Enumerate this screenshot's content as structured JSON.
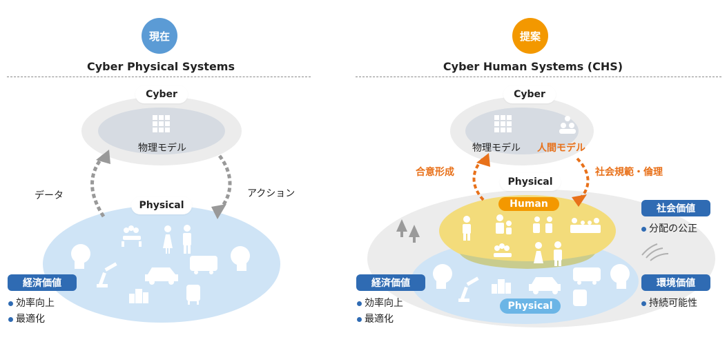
{
  "colors": {
    "blue_badge": "#5b9bd5",
    "orange_badge": "#f39800",
    "tag_blue": "#2f6bb3",
    "human_tag": "#f39800",
    "physical_tag": "#6bb5e6",
    "cyber_outer": "#ececec",
    "cyber_inner": "#d6dbe2",
    "physical_ellipse": "#cfe4f6",
    "human_ellipse": "#f3dc7b",
    "overlap": "#c9cc8e",
    "orange_text": "#e8711a",
    "icon_white": "#ffffff",
    "icon_dark": "#4a4a4a"
  },
  "left": {
    "badge": "現在",
    "title": "Cyber Physical Systems",
    "cyber_label": "Cyber",
    "model_label": "物理モデル",
    "physical_label": "Physical",
    "data_label": "データ",
    "action_label": "アクション",
    "value_tag": "経済価値",
    "bullets": [
      "効率向上",
      "最適化"
    ]
  },
  "right": {
    "badge": "提案",
    "title": "Cyber Human Systems (CHS)",
    "cyber_label": "Cyber",
    "model_label": "物理モデル",
    "human_model_label": "人間モデル",
    "physical_label": "Physical",
    "consensus_label": "合意形成",
    "ethics_label": "社会規範・倫理",
    "human_tag": "Human",
    "physical_tag": "Physical",
    "social_value_tag": "社会価値",
    "social_bullets": [
      "分配の公正"
    ],
    "economic_value_tag": "経済価値",
    "economic_bullets": [
      "効率向上",
      "最適化"
    ],
    "env_value_tag": "環境価値",
    "env_bullets": [
      "持続可能性"
    ]
  }
}
